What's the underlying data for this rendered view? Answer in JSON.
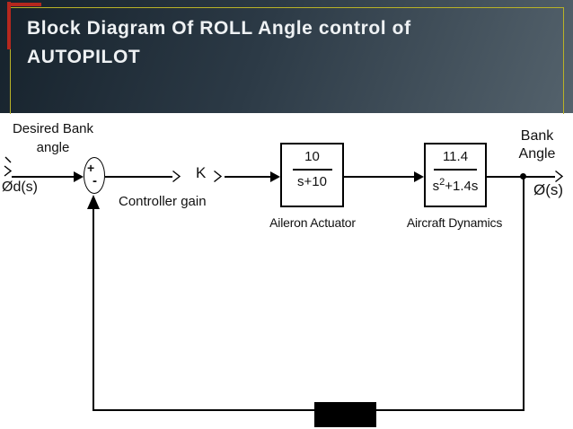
{
  "header": {
    "title_line1": "Block Diagram Of ROLL Angle control of",
    "title_line2": "AUTOPILOT"
  },
  "diagram": {
    "input": {
      "label": "Desired Bank\nangle",
      "signal": "Ød(s)"
    },
    "sum": {
      "plus": "+",
      "minus": "-"
    },
    "controller": {
      "symbol": "K",
      "caption": "Controller gain"
    },
    "blocks": [
      {
        "numerator": "10",
        "denominator": "s+10",
        "caption": "Aileron Actuator"
      },
      {
        "numerator": "11.4",
        "den_base": "s",
        "den_sup": "2",
        "den_rest": "+1.4s",
        "caption": "Aircraft Dynamics"
      }
    ],
    "output": {
      "label": "Bank\nAngle",
      "signal": "Ø(s)"
    }
  },
  "colors": {
    "header_dark": "#2c3a46",
    "accent_red": "#b5281e",
    "border_yellow": "#b9b227",
    "line_black": "#000000"
  }
}
